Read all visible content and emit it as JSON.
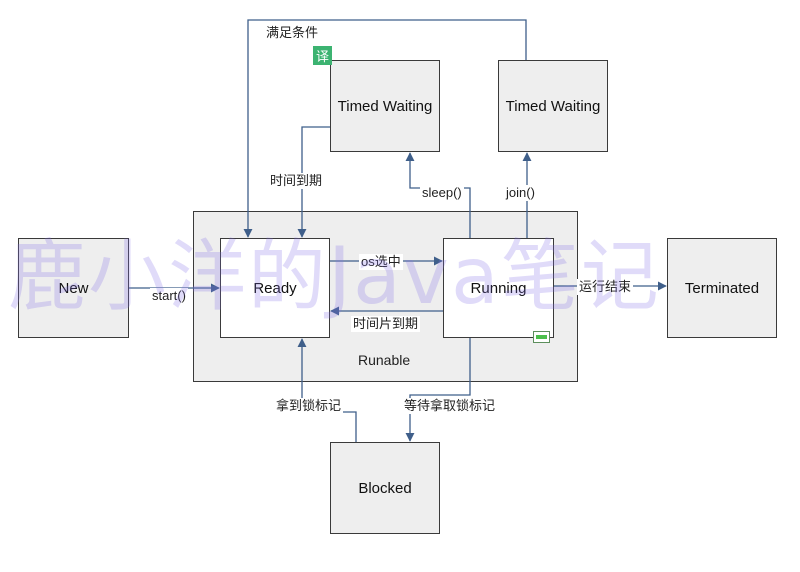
{
  "states": {
    "new": "New",
    "ready": "Ready",
    "running": "Running",
    "terminated": "Terminated",
    "timed_waiting_1": "Timed  Waiting",
    "timed_waiting_2": "Timed  Waiting",
    "blocked": "Blocked",
    "runable": "Runable"
  },
  "transitions": {
    "start": "start()",
    "os_select": "os选中",
    "time_slice_expired": "时间片到期",
    "run_end": "运行结束",
    "sleep": "sleep()",
    "join": "join()",
    "time_expired": "时间到期",
    "condition_met": "满足条件",
    "got_lock": "拿到锁标记",
    "wait_lock": "等待拿取锁标记"
  },
  "badge_text": "译",
  "watermark": "鹿小洋的Java笔记",
  "colors": {
    "box_fill": "#eeeeee",
    "border": "#3a3a3a",
    "arrow": "#3f5f8a",
    "watermark": "#826ee6",
    "badge": "#3cb371"
  }
}
